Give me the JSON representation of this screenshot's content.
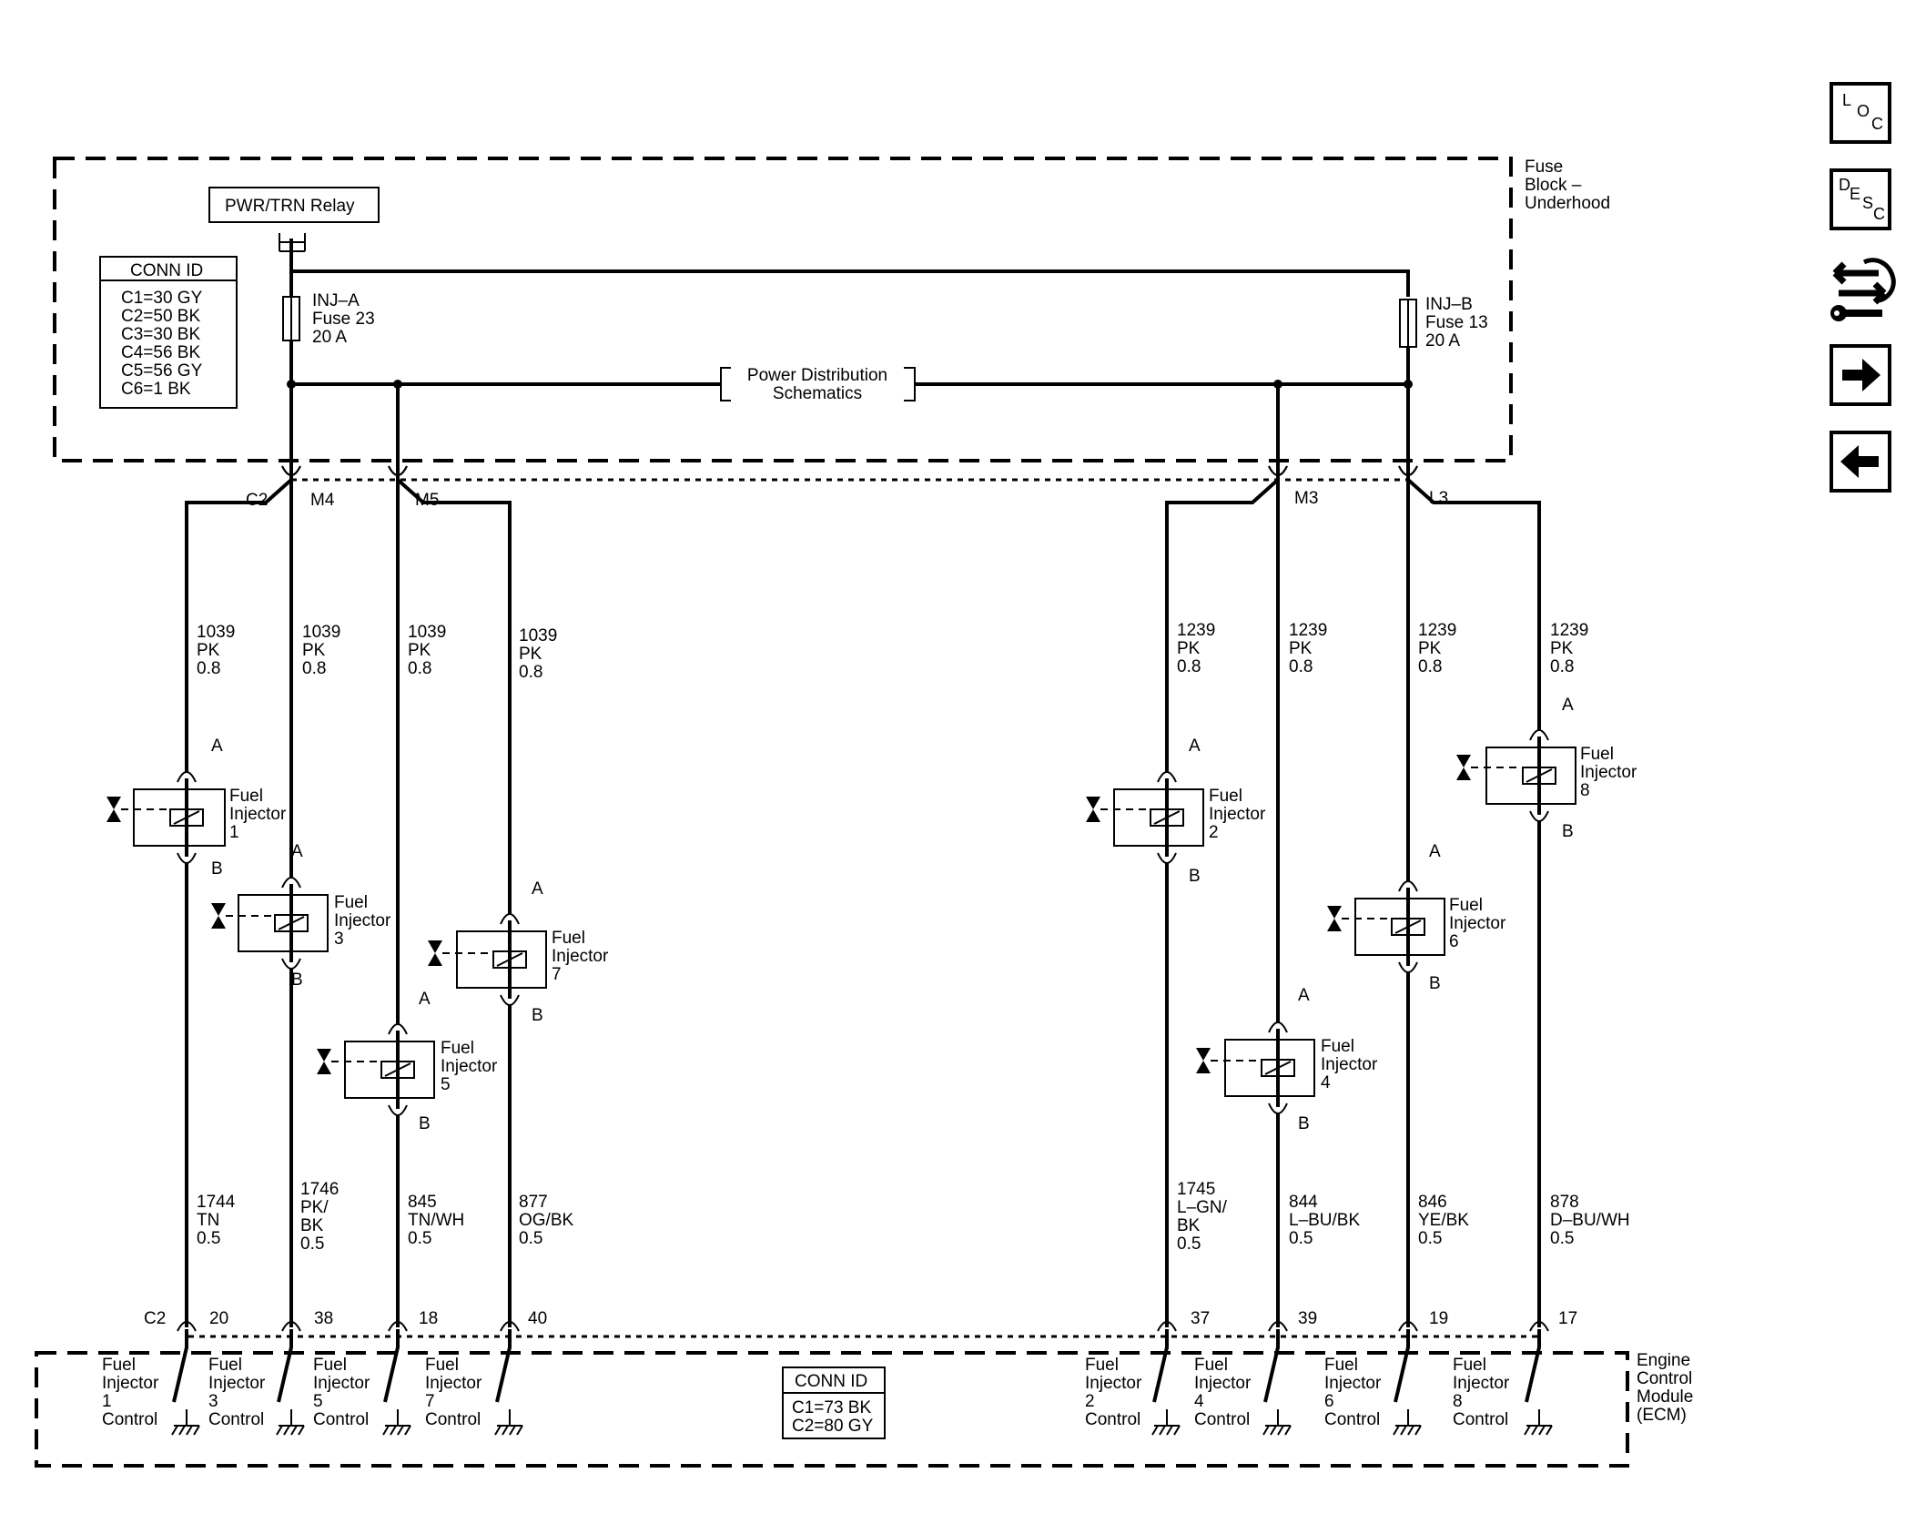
{
  "fuse_block": {
    "title": [
      "Fuse",
      "Block –",
      "Underhood"
    ],
    "relay_label": "PWR/TRN Relay",
    "conn_id": {
      "title": "CONN ID",
      "lines": [
        "C1=30 GY",
        "C2=50 BK",
        "C3=30 BK",
        "C4=56 BK",
        "C5=56 GY",
        "C6=1 BK"
      ]
    },
    "fuse_a": [
      "INJ–A",
      "Fuse 23",
      "20 A"
    ],
    "fuse_b": [
      "INJ–B",
      "Fuse 13",
      "20 A"
    ],
    "power_distribution": [
      "Power Distribution",
      "Schematics"
    ],
    "connectors": {
      "c2": "C2",
      "m4": "M4",
      "m5": "M5",
      "m3": "M3",
      "l3": "L3"
    }
  },
  "wires_top": [
    {
      "circuit": "1039",
      "color": "PK",
      "gauge": "0.8"
    },
    {
      "circuit": "1039",
      "color": "PK",
      "gauge": "0.8"
    },
    {
      "circuit": "1039",
      "color": "PK",
      "gauge": "0.8"
    },
    {
      "circuit": "1039",
      "color": "PK",
      "gauge": "0.8"
    },
    {
      "circuit": "1239",
      "color": "PK",
      "gauge": "0.8"
    },
    {
      "circuit": "1239",
      "color": "PK",
      "gauge": "0.8"
    },
    {
      "circuit": "1239",
      "color": "PK",
      "gauge": "0.8"
    },
    {
      "circuit": "1239",
      "color": "PK",
      "gauge": "0.8"
    }
  ],
  "injectors": [
    {
      "l1": "Fuel",
      "l2": "Injector",
      "num": "1",
      "pin_a": "A",
      "pin_b": "B"
    },
    {
      "l1": "Fuel",
      "l2": "Injector",
      "num": "3",
      "pin_a": "A",
      "pin_b": "B"
    },
    {
      "l1": "Fuel",
      "l2": "Injector",
      "num": "5",
      "pin_a": "A",
      "pin_b": "B"
    },
    {
      "l1": "Fuel",
      "l2": "Injector",
      "num": "7",
      "pin_a": "A",
      "pin_b": "B"
    },
    {
      "l1": "Fuel",
      "l2": "Injector",
      "num": "2",
      "pin_a": "A",
      "pin_b": "B"
    },
    {
      "l1": "Fuel",
      "l2": "Injector",
      "num": "4",
      "pin_a": "A",
      "pin_b": "B"
    },
    {
      "l1": "Fuel",
      "l2": "Injector",
      "num": "6",
      "pin_a": "A",
      "pin_b": "B"
    },
    {
      "l1": "Fuel",
      "l2": "Injector",
      "num": "8",
      "pin_a": "A",
      "pin_b": "B"
    }
  ],
  "wires_bottom": [
    {
      "circuit": "1744",
      "color": [
        "TN"
      ],
      "gauge": "0.5"
    },
    {
      "circuit": "1746",
      "color": [
        "PK/",
        "BK"
      ],
      "gauge": "0.5"
    },
    {
      "circuit": "845",
      "color": [
        "TN/WH"
      ],
      "gauge": "0.5"
    },
    {
      "circuit": "877",
      "color": [
        "OG/BK"
      ],
      "gauge": "0.5"
    },
    {
      "circuit": "1745",
      "color": [
        "L–GN/",
        "BK"
      ],
      "gauge": "0.5"
    },
    {
      "circuit": "844",
      "color": [
        "L–BU/BK"
      ],
      "gauge": "0.5"
    },
    {
      "circuit": "846",
      "color": [
        "YE/BK"
      ],
      "gauge": "0.5"
    },
    {
      "circuit": "878",
      "color": [
        "D–BU/WH"
      ],
      "gauge": "0.5"
    }
  ],
  "ecm": {
    "title": [
      "Engine",
      "Control",
      "Module",
      "(ECM)"
    ],
    "connector": "C2",
    "pins": [
      "20",
      "38",
      "18",
      "40",
      "37",
      "39",
      "19",
      "17"
    ],
    "controls": [
      [
        "Fuel",
        "Injector",
        "1",
        "Control"
      ],
      [
        "Fuel",
        "Injector",
        "3",
        "Control"
      ],
      [
        "Fuel",
        "Injector",
        "5",
        "Control"
      ],
      [
        "Fuel",
        "Injector",
        "7",
        "Control"
      ],
      [
        "Fuel",
        "Injector",
        "2",
        "Control"
      ],
      [
        "Fuel",
        "Injector",
        "4",
        "Control"
      ],
      [
        "Fuel",
        "Injector",
        "6",
        "Control"
      ],
      [
        "Fuel",
        "Injector",
        "8",
        "Control"
      ]
    ],
    "conn_id": {
      "title": "CONN ID",
      "lines": [
        "C1=73 BK",
        "C2=80 GY"
      ]
    }
  },
  "nav": {
    "loc": {
      "l": "L",
      "o": "O",
      "c": "C"
    },
    "desc": {
      "d": "D",
      "e": "E",
      "s": "S",
      "c": "C"
    },
    "icons": [
      "edit-wrench-icon",
      "arrow-right-icon",
      "arrow-left-icon"
    ]
  }
}
